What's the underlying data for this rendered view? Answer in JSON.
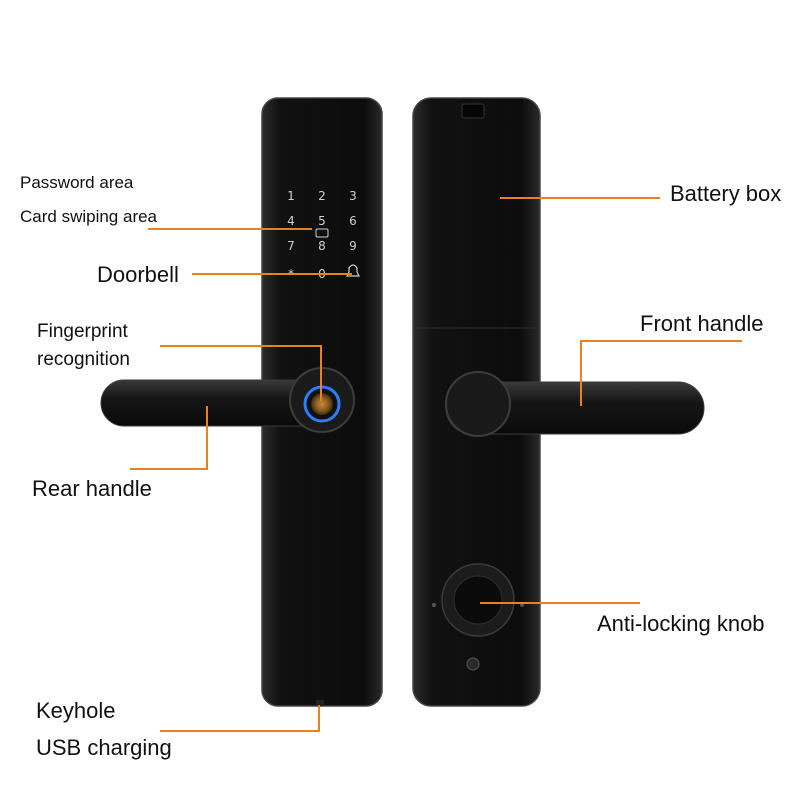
{
  "labels": {
    "password_area": "Password area",
    "card_swiping_area": "Card swiping area",
    "doorbell": "Doorbell",
    "fingerprint_line1": "Fingerprint",
    "fingerprint_line2": "recognition",
    "rear_handle": "Rear handle",
    "keyhole": "Keyhole",
    "usb_charging": "USB charging",
    "battery_box": "Battery box",
    "front_handle": "Front handle",
    "anti_locking_knob": "Anti-locking knob"
  },
  "keypad": [
    "1",
    "2",
    "3",
    "4",
    "5",
    "6",
    "7",
    "8",
    "9",
    "*",
    "0"
  ],
  "colors": {
    "leader_line": "#e8821e",
    "lock_body": "#141414",
    "fingerprint_ring": "#2a7fff"
  }
}
